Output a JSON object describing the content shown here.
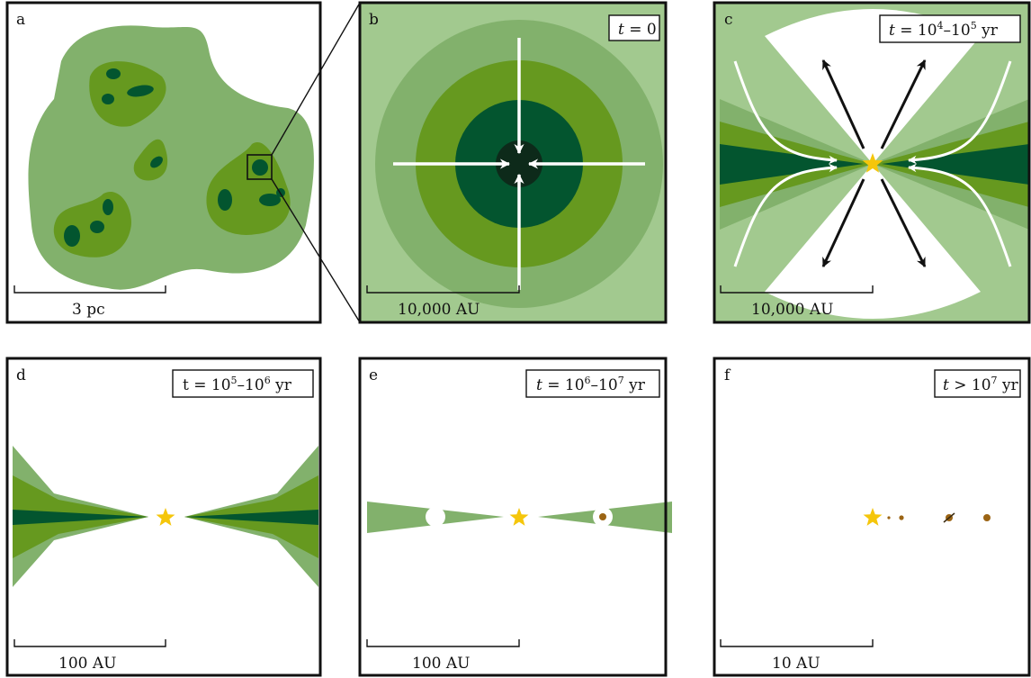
{
  "panels": {
    "a": {
      "letter": "a",
      "scale": "3 pc"
    },
    "b": {
      "letter": "b",
      "scale": "10,000 AU",
      "time": {
        "var": "t",
        "rel": " = ",
        "val": "0"
      }
    },
    "c": {
      "letter": "c",
      "scale": "10,000 AU",
      "time": {
        "var": "t",
        "rel": " = ",
        "v1": "10",
        "e1": "4",
        "dash": "–",
        "v2": "10",
        "e2": "5",
        "unit": " yr"
      }
    },
    "d": {
      "letter": "d",
      "scale": "100 AU",
      "time": {
        "var": "t",
        "rel": " = ",
        "v1": "10",
        "e1": "5",
        "dash": "–",
        "v2": "10",
        "e2": "6",
        "unit": " yr"
      }
    },
    "e": {
      "letter": "e",
      "scale": "100 AU",
      "time": {
        "var": "t",
        "rel": " = ",
        "v1": "10",
        "e1": "6",
        "dash": "–",
        "v2": "10",
        "e2": "7",
        "unit": " yr"
      }
    },
    "f": {
      "letter": "f",
      "scale": "10 AU",
      "time": {
        "var": "t",
        "rel": " > ",
        "v1": "10",
        "e1": "7",
        "unit": " yr"
      }
    }
  },
  "colors": {
    "light_green": "#a2c98f",
    "mid_green": "#82b16c",
    "bright_green": "#66991f",
    "dark_green": "#03552f",
    "core": "#0d2a1a",
    "star": "#f5c60b",
    "planet": "#9b6414"
  },
  "icons": {
    "star": "star-icon",
    "arrow": "arrow-icon",
    "planet": "planet-icon"
  }
}
